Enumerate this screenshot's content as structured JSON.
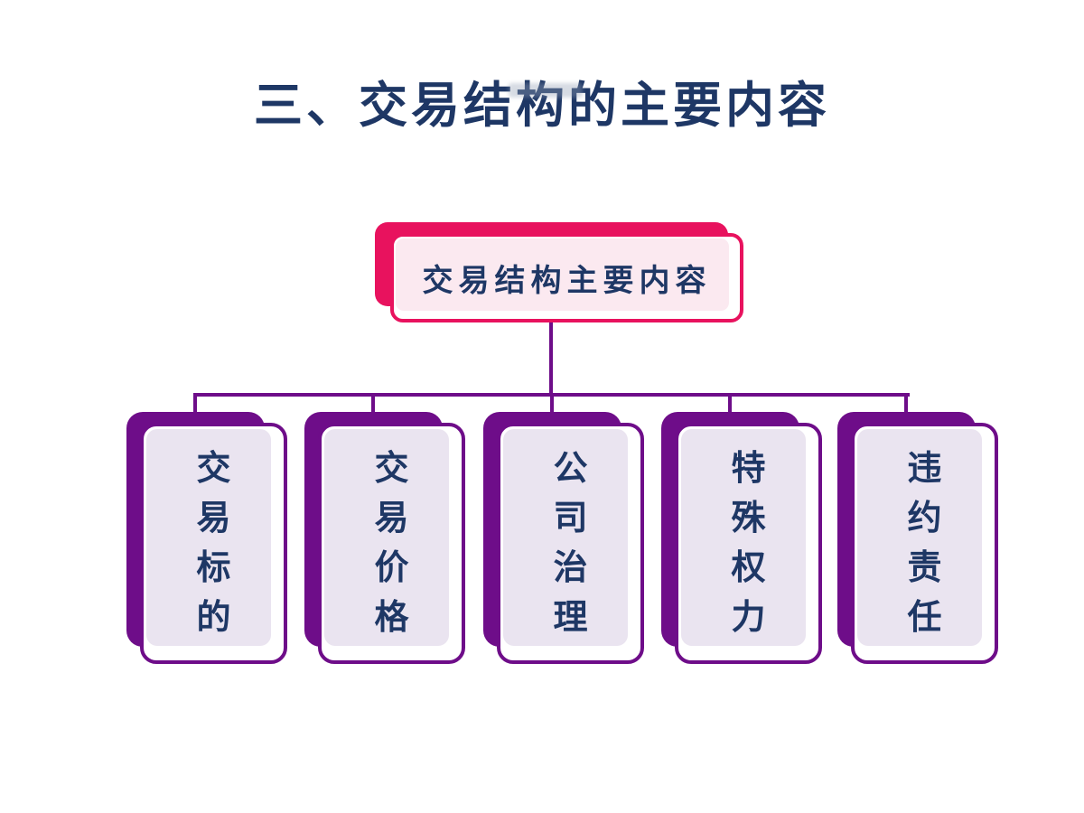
{
  "slide": {
    "title": "三、交易结构的主要内容",
    "root_box": {
      "label": "交易结构主要内容"
    },
    "children": [
      {
        "label": "交易标的"
      },
      {
        "label": "交易价格"
      },
      {
        "label": "公司治理"
      },
      {
        "label": "特殊权力"
      },
      {
        "label": "违约责任"
      }
    ]
  },
  "colors": {
    "crimson": "#E8125E",
    "pink_fill": "#FBE9F0",
    "purple": "#6E0D89",
    "lavender_fill": "#EAE4F0",
    "navy_text": "#1E3765",
    "background": "#FFFFFF"
  }
}
